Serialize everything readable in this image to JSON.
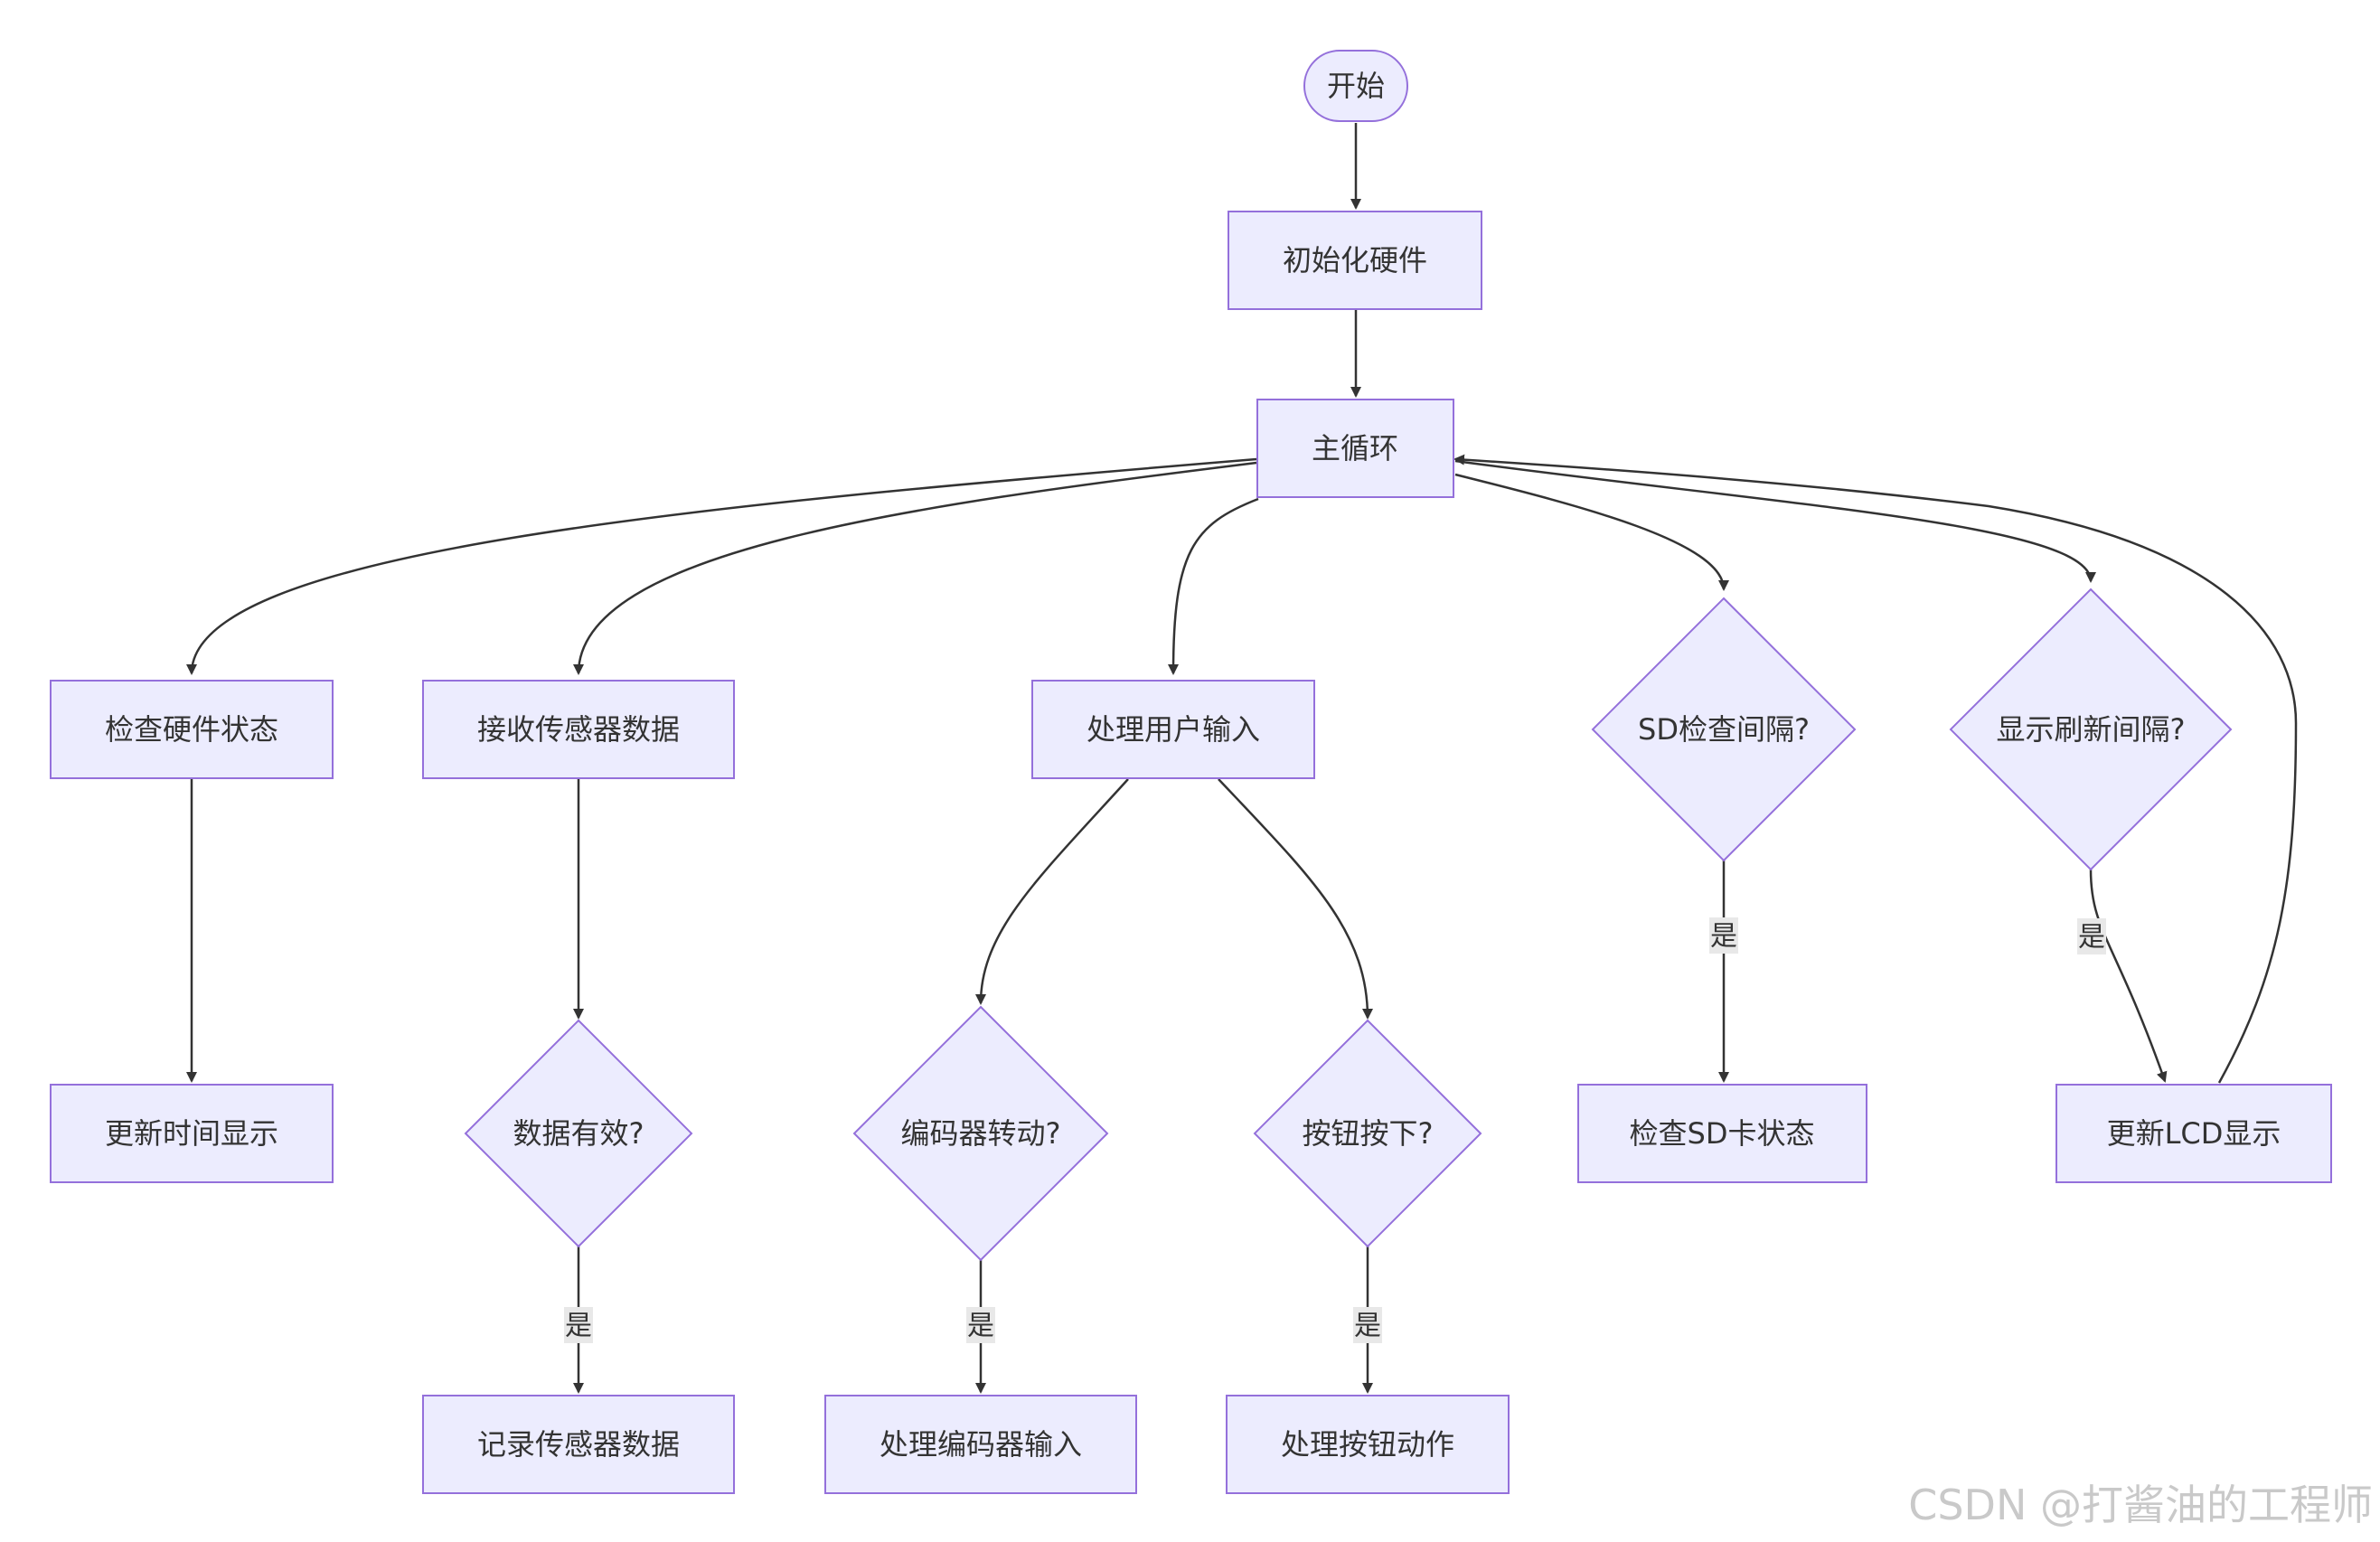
{
  "colors": {
    "node_fill": "#ececfe",
    "node_stroke": "#9470db",
    "edge": "#333333",
    "label_bg": "#e8e8e8"
  },
  "nodes": {
    "start": "开始",
    "init": "初始化硬件",
    "main_loop": "主循环",
    "check_hw": "检查硬件状态",
    "recv_sensor": "接收传感器数据",
    "user_input": "处理用户输入",
    "sd_interval": "SD检查间隔?",
    "disp_interval": "显示刷新间隔?",
    "update_time": "更新时间显示",
    "data_valid": "数据有效?",
    "encoder_turn": "编码器转动?",
    "button_press": "按钮按下?",
    "check_sd": "检查SD卡状态",
    "update_lcd": "更新LCD显示",
    "log_sensor": "记录传感器数据",
    "handle_encoder": "处理编码器输入",
    "handle_button": "处理按钮动作"
  },
  "edge_labels": {
    "yes": "是"
  },
  "watermark": "CSDN @打酱油的工程师"
}
